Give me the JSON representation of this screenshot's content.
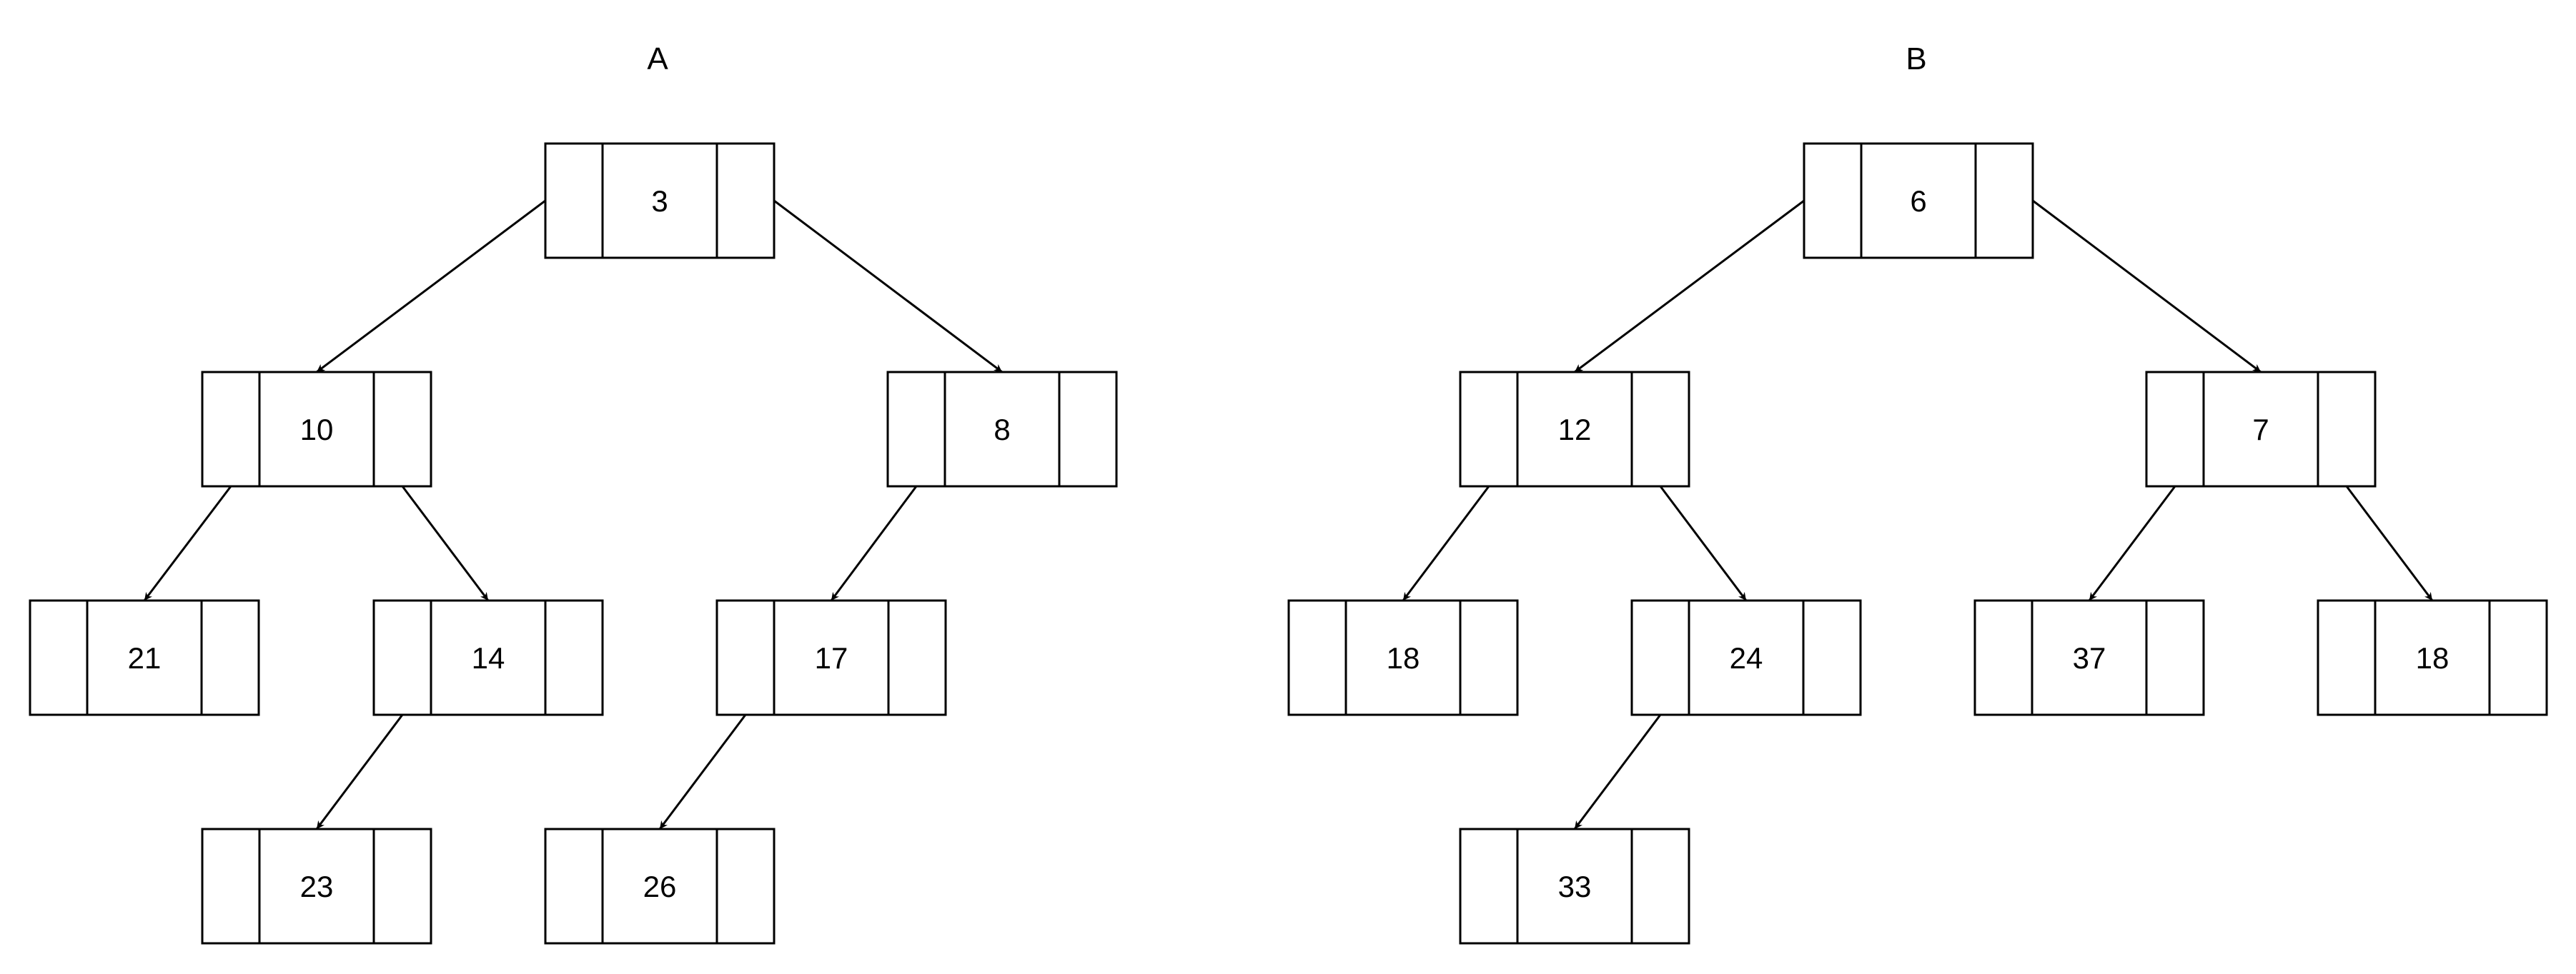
{
  "colors": {
    "background": "#ffffff",
    "stroke": "#000000",
    "text": "#000000"
  },
  "trees": [
    {
      "id": "a",
      "title": "A",
      "nodes": [
        {
          "id": "a-root",
          "value": "3"
        },
        {
          "id": "a-l",
          "value": "10"
        },
        {
          "id": "a-r",
          "value": "8"
        },
        {
          "id": "a-ll",
          "value": "21"
        },
        {
          "id": "a-lr",
          "value": "14"
        },
        {
          "id": "a-rl",
          "value": "17"
        },
        {
          "id": "a-lrl",
          "value": "23"
        },
        {
          "id": "a-rll",
          "value": "26"
        }
      ],
      "edges": [
        {
          "from": "a-root",
          "to": "a-l"
        },
        {
          "from": "a-root",
          "to": "a-r"
        },
        {
          "from": "a-l",
          "to": "a-ll"
        },
        {
          "from": "a-l",
          "to": "a-lr"
        },
        {
          "from": "a-r",
          "to": "a-rl"
        },
        {
          "from": "a-lr",
          "to": "a-lrl"
        },
        {
          "from": "a-rl",
          "to": "a-rll"
        }
      ]
    },
    {
      "id": "b",
      "title": "B",
      "nodes": [
        {
          "id": "b-root",
          "value": "6"
        },
        {
          "id": "b-l",
          "value": "12"
        },
        {
          "id": "b-r",
          "value": "7"
        },
        {
          "id": "b-ll",
          "value": "18"
        },
        {
          "id": "b-lr",
          "value": "24"
        },
        {
          "id": "b-rl",
          "value": "37"
        },
        {
          "id": "b-rr",
          "value": "18"
        },
        {
          "id": "b-lrl",
          "value": "33"
        }
      ],
      "edges": [
        {
          "from": "b-root",
          "to": "b-l"
        },
        {
          "from": "b-root",
          "to": "b-r"
        },
        {
          "from": "b-l",
          "to": "b-ll"
        },
        {
          "from": "b-l",
          "to": "b-lr"
        },
        {
          "from": "b-r",
          "to": "b-rl"
        },
        {
          "from": "b-r",
          "to": "b-rr"
        },
        {
          "from": "b-lr",
          "to": "b-lrl"
        }
      ]
    }
  ]
}
